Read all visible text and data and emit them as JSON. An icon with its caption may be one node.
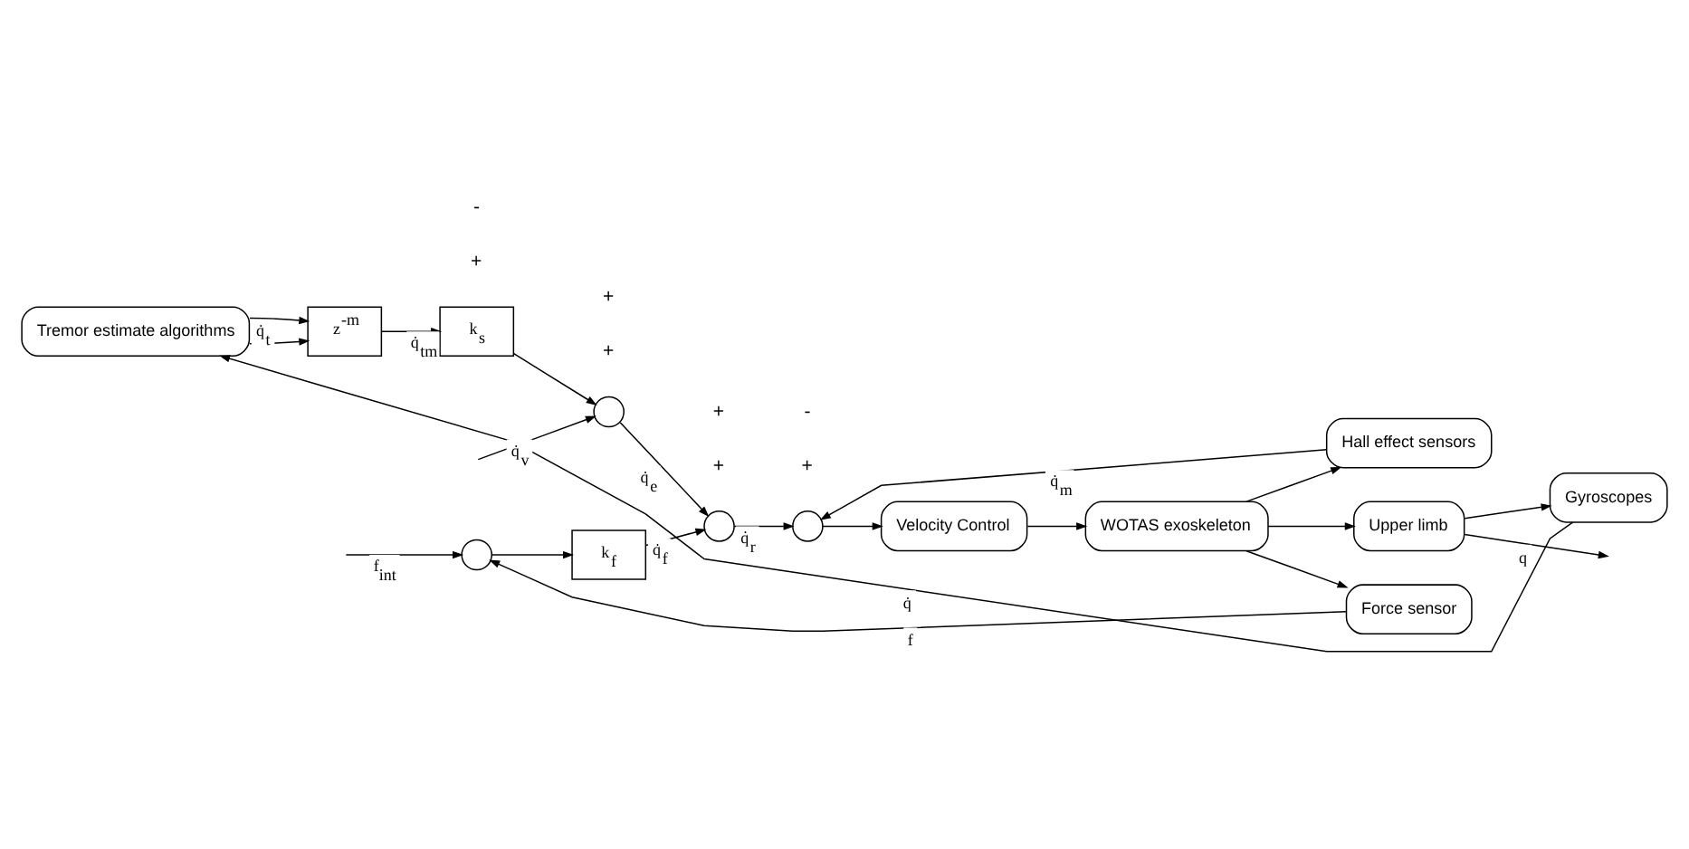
{
  "diagram": {
    "nodes": [
      {
        "text": [
          "Tremor estimate algorithms"
        ]
      },
      {
        "text": [
          "Gyroscopes"
        ]
      },
      {
        "text": [
          "z$^{-m}$"
        ]
      },
      {
        "text": [
          "k$_{s}$"
        ]
      },
      {
        "text": [],
        "shape": "circle"
      },
      {
        "text": [
          "Hall effect sensors"
        ]
      },
      {
        "text": [],
        "shape": "circle"
      },
      {
        "text": [],
        "shape": "circle"
      },
      {
        "text": [
          "Velocity Control"
        ]
      },
      {
        "text": [
          "WOTAS exoskeleton"
        ]
      },
      {
        "text": [
          "Upper limb"
        ]
      },
      {
        "text": [],
        "shape": "circle"
      },
      {
        "text": [
          "k$_{f}$"
        ]
      },
      {
        "text": [
          "Force sensor"
        ]
      }
    ],
    "edges": [
      {
        "from": 1,
        "to": 0,
        "arrow": "to",
        "label": "q̇"
      },
      {
        "from": 0,
        "to": 2,
        "arrow": "to"
      },
      {
        "from": 0,
        "to": 2,
        "arrow": "to",
        "label": "q̇$_{t}$"
      },
      {
        "from": 2,
        "to": 3,
        "arrow": "to",
        "label": "q̇$_{tm}$"
      },
      {
        "from": 3,
        "to": 4,
        "arrow": "to"
      },
      {
        "from": null,
        "to": 4,
        "arrow": "to",
        "label": "q̇$_{v}$"
      },
      {
        "from": 4,
        "to": 6,
        "arrow": "to",
        "label": "q̇$_{e}$"
      },
      {
        "from": null,
        "to": 11,
        "arrow": "to",
        "label": "f$_{int}$"
      },
      {
        "from": 11,
        "to": 12,
        "arrow": "to"
      },
      {
        "from": 12,
        "to": 6,
        "arrow": "to",
        "label": "q̇$_{f}$"
      },
      {
        "from": 6,
        "to": 7,
        "arrow": "to",
        "label": "q̇$_{r}$"
      },
      {
        "from": 5,
        "to": 7,
        "arrow": "to",
        "label": "q̇$_{m}$"
      },
      {
        "from": 7,
        "to": 8,
        "arrow": "to"
      },
      {
        "from": 8,
        "to": 9,
        "arrow": "to"
      },
      {
        "from": 9,
        "to": 10,
        "arrow": "to"
      },
      {
        "from": 9,
        "to": 5,
        "arrow": "to"
      },
      {
        "from": 9,
        "to": 13,
        "arrow": "to"
      },
      {
        "from": 13,
        "to": 11,
        "arrow": "to",
        "label": "f"
      },
      {
        "from": 10,
        "to": null,
        "arrow": "to",
        "label": "q"
      },
      {
        "from": 10,
        "to": 1,
        "arrow": "to"
      }
    ],
    "labels": [
      "+",
      "+",
      "+",
      "+",
      "-",
      "+",
      "+",
      "-"
    ]
  }
}
